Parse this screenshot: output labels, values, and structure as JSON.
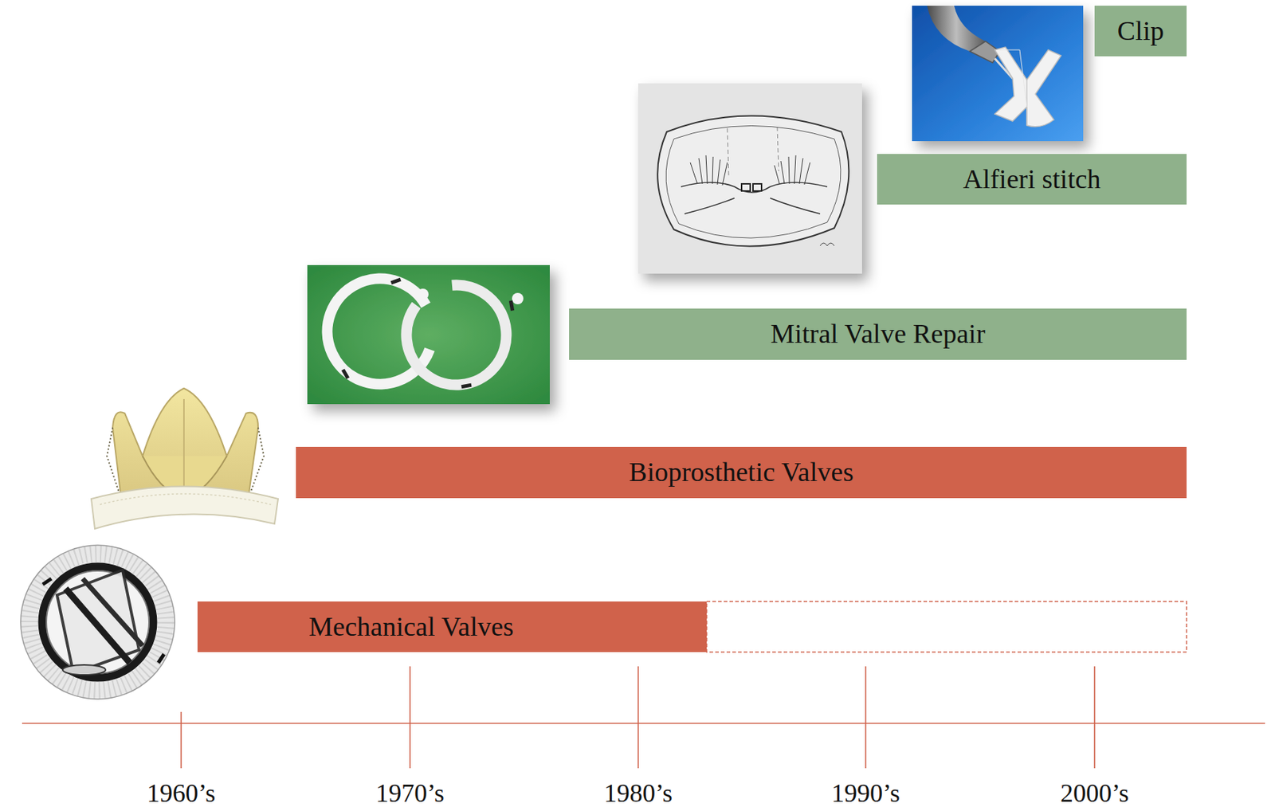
{
  "diagram": {
    "nodes": [
      {
        "text": [
          "Clip"
        ]
      },
      {
        "text": [
          "Alfieri stitch"
        ]
      },
      {
        "text": [
          "Mitral Valve Repair"
        ]
      },
      {
        "text": [
          "Bioprosthetic Valves"
        ]
      },
      {
        "text": [
          "Mechanical Valves"
        ]
      }
    ],
    "labels": [
      "1960’s",
      "1970’s",
      "1980’s",
      "1990’s",
      "2000’s"
    ]
  }
}
